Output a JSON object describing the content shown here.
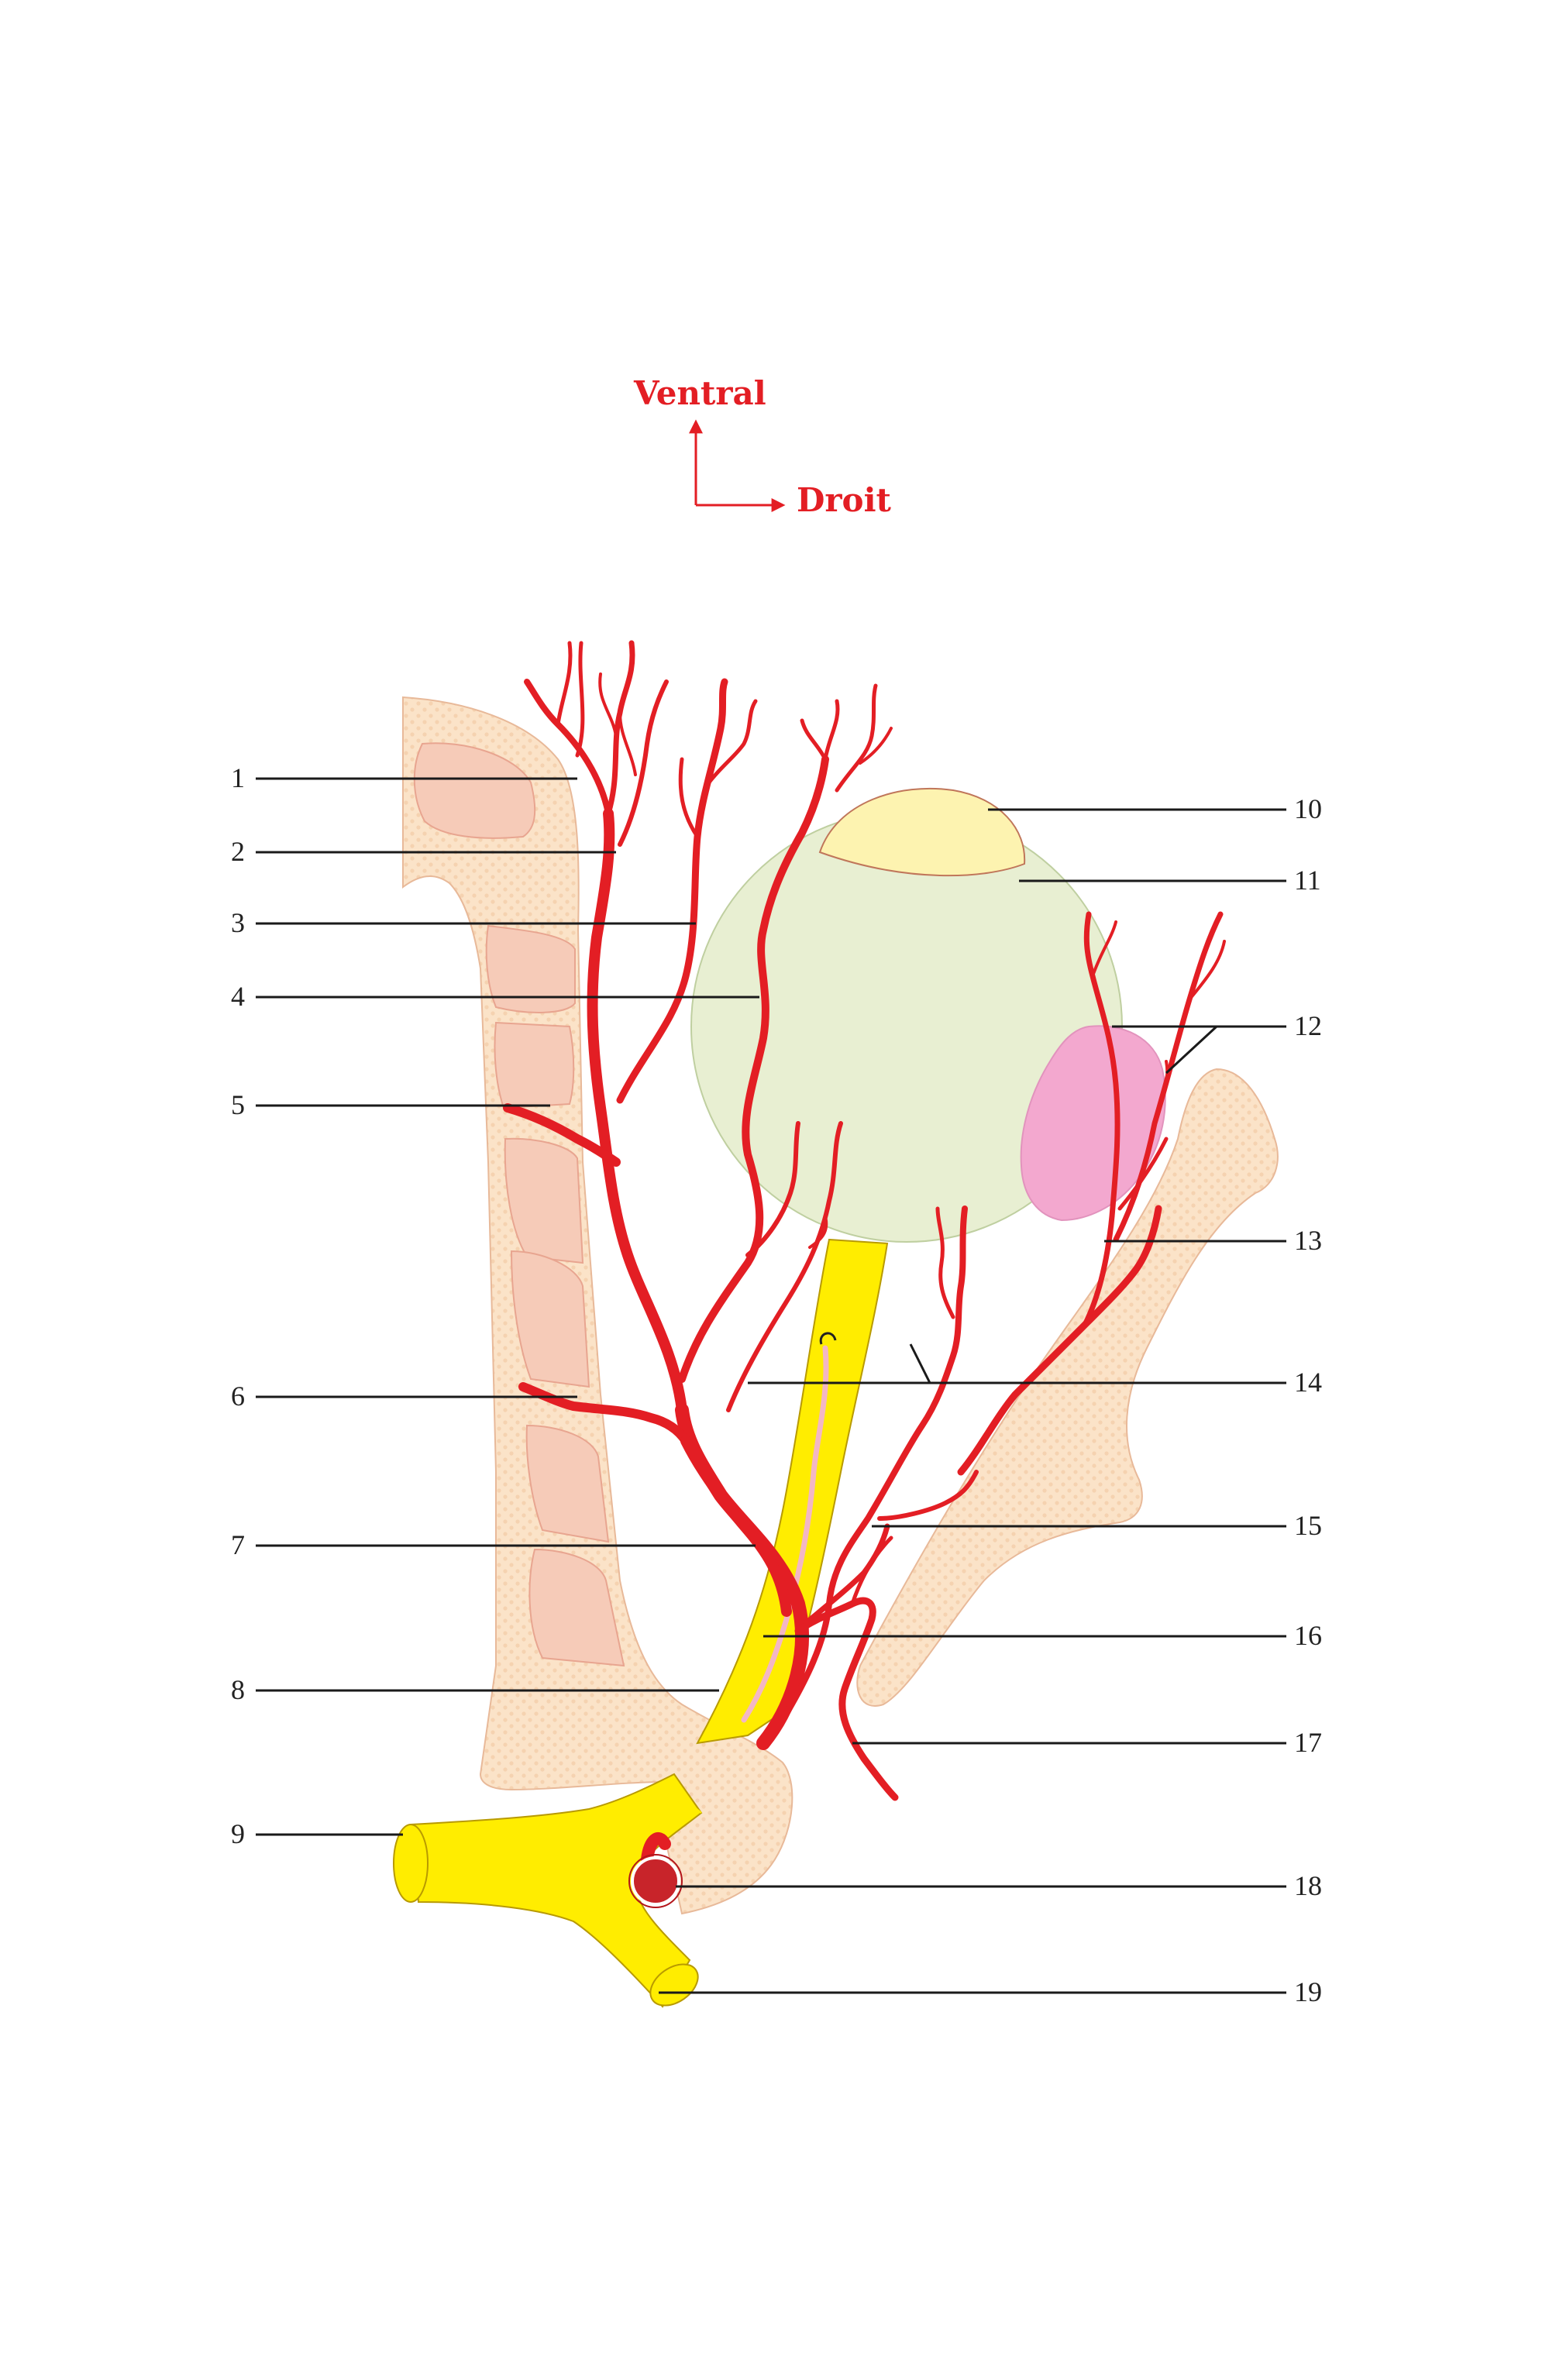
{
  "orientation": {
    "up_label": "Ventral",
    "right_label": "Droit"
  },
  "colors": {
    "artery": "#e31e24",
    "artery_outline": "#b3151b",
    "nerve": "#ffed00",
    "nerve_outline": "#b89a00",
    "bone": "#fbe3c8",
    "bone_outline": "#e8b999",
    "disc": "#f6cbb8",
    "eye": "#e8efd2",
    "eye_outline": "#bfcfa0",
    "lens": "#fdf3b0",
    "gland": "#f3a8cf",
    "orientation": "#e31e24"
  },
  "labels_left": [
    {
      "num": "1"
    },
    {
      "num": "2"
    },
    {
      "num": "3"
    },
    {
      "num": "4"
    },
    {
      "num": "5"
    },
    {
      "num": "6"
    },
    {
      "num": "7"
    },
    {
      "num": "8"
    },
    {
      "num": "9"
    }
  ],
  "labels_right": [
    {
      "num": "10"
    },
    {
      "num": "11"
    },
    {
      "num": "12"
    },
    {
      "num": "13"
    },
    {
      "num": "14"
    },
    {
      "num": "15"
    },
    {
      "num": "16"
    },
    {
      "num": "17"
    },
    {
      "num": "18"
    },
    {
      "num": "19"
    }
  ]
}
